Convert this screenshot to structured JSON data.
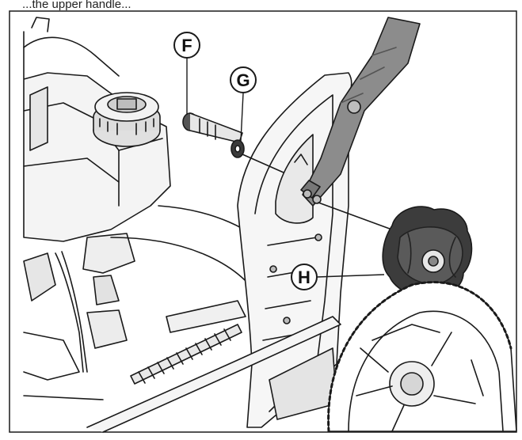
{
  "caption": "...the upper handle...",
  "callouts": [
    {
      "id": "F",
      "label": "F",
      "part": "bolt"
    },
    {
      "id": "G",
      "label": "G",
      "part": "washer"
    },
    {
      "id": "H",
      "label": "H",
      "part": "knob"
    }
  ],
  "colors": {
    "line": "#1a1a1a",
    "light_fill": "#f4f4f4",
    "mid_fill": "#d9d9d9",
    "dark_fill": "#4a4a4a",
    "background": "#ffffff"
  }
}
